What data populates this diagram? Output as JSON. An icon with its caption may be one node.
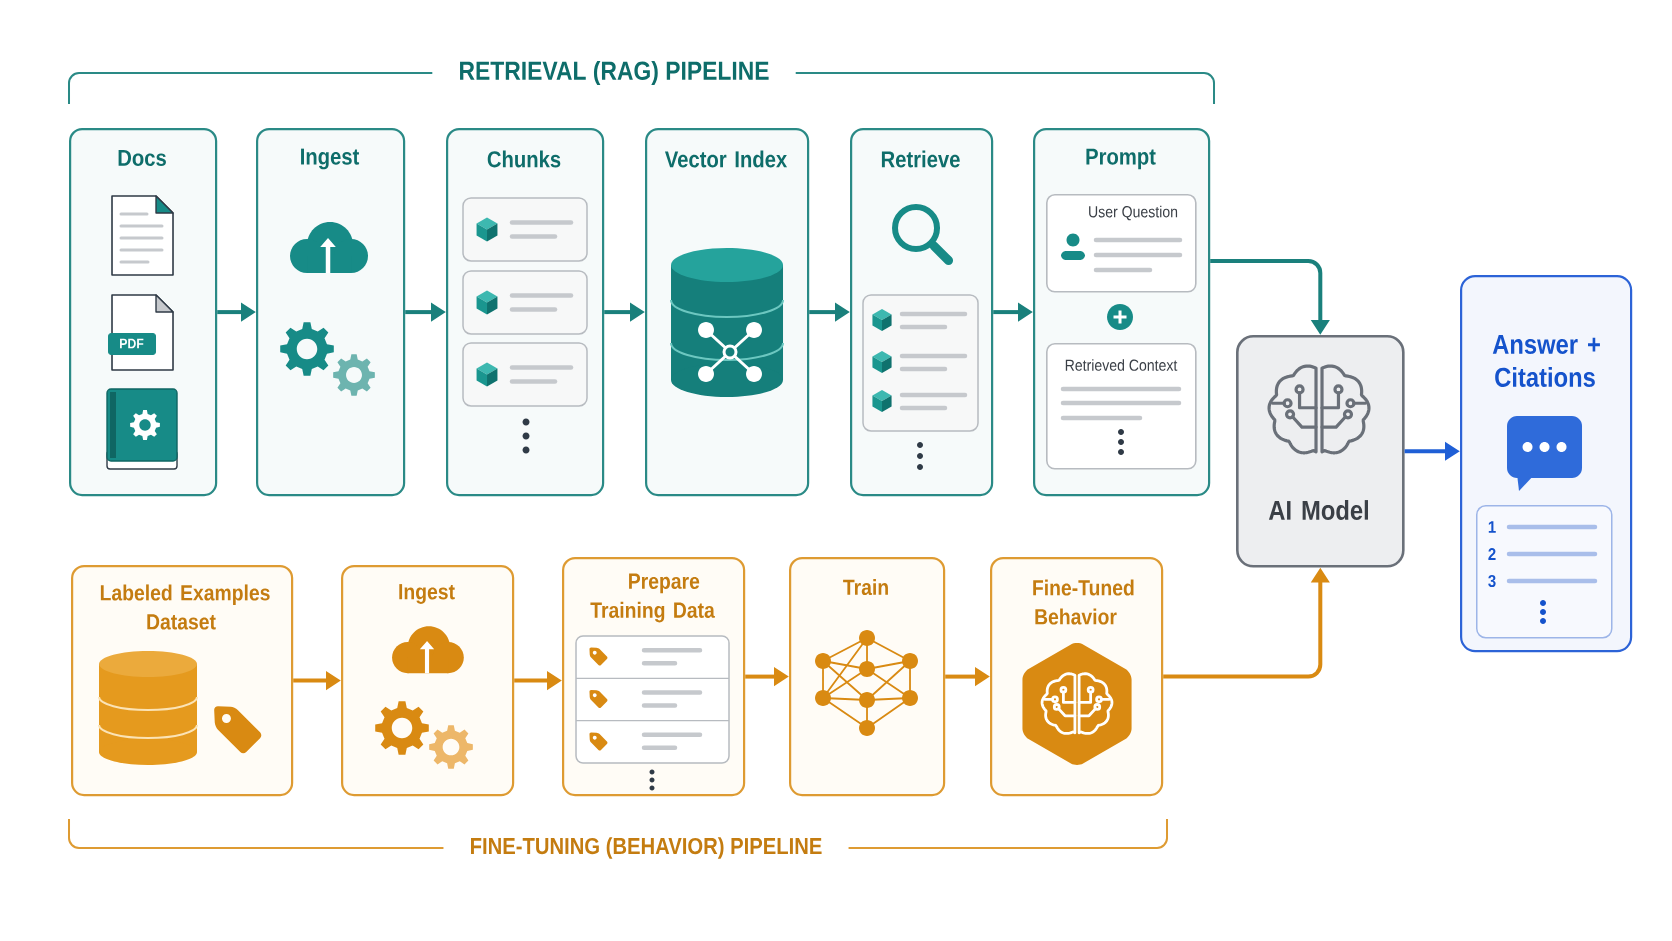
{
  "diagram": {
    "nodes": [
      {
        "text": [
          "Docs"
        ]
      },
      {
        "text": [
          "PDF"
        ],
        "in": 0
      },
      {
        "text": [
          "Ingest"
        ]
      },
      {
        "text": [
          "Chunks"
        ]
      },
      {
        "text": [
          "Vector Index"
        ]
      },
      {
        "text": [
          "Retrieve"
        ]
      },
      {
        "text": [
          "Prompt"
        ]
      },
      {
        "text": [
          "User Question"
        ],
        "in": 6
      },
      {
        "text": [
          "Retrieved Context"
        ],
        "in": 6
      },
      {
        "text": [
          "AI Model"
        ]
      },
      {
        "text": [
          "Answer + Citations"
        ]
      },
      {
        "text": [
          "1",
          "2",
          "3"
        ],
        "in": 10
      },
      {
        "text": [
          "Labeled Examples Dataset"
        ]
      },
      {
        "text": [
          "Ingest"
        ]
      },
      {
        "text": [
          "Prepare Training Data"
        ]
      },
      {
        "text": [
          "Train"
        ]
      },
      {
        "text": [
          "Fine-Tuned Behavior"
        ]
      }
    ],
    "edges": [
      {
        "from": 0,
        "to": 2,
        "arrow": "to"
      },
      {
        "from": 2,
        "to": 3,
        "arrow": "to"
      },
      {
        "from": 3,
        "to": 4,
        "arrow": "to"
      },
      {
        "from": 4,
        "to": 5,
        "arrow": "to"
      },
      {
        "from": 5,
        "to": 6,
        "arrow": "to"
      },
      {
        "from": 6,
        "to": 9,
        "arrow": "to"
      },
      {
        "from": 9,
        "to": 10,
        "arrow": "to",
        "color": "#1f5fd6"
      },
      {
        "from": 12,
        "to": 13,
        "arrow": "to",
        "color": "#d98a12"
      },
      {
        "from": 13,
        "to": 14,
        "arrow": "to",
        "color": "#d98a12"
      },
      {
        "from": 14,
        "to": 15,
        "arrow": "to",
        "color": "#d98a12"
      },
      {
        "from": 15,
        "to": 16,
        "arrow": "to",
        "color": "#d98a12"
      },
      {
        "from": 16,
        "to": 9,
        "arrow": "to",
        "color": "#d98a12"
      }
    ],
    "labels": [
      "RETRIEVAL (RAG) PIPELINE",
      "FINE-TUNING (BEHAVIOR) PIPELINE"
    ]
  }
}
